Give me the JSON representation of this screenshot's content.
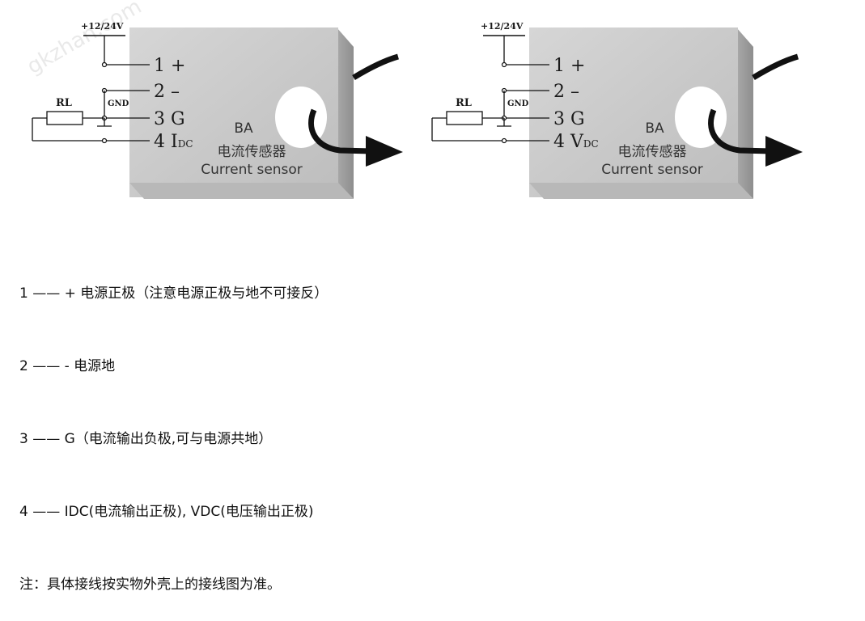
{
  "diagrams": [
    {
      "supply_label": "+12/24V",
      "gnd_label": "GND",
      "rl_label": "RL",
      "pins": [
        {
          "num": "1",
          "sym": "+",
          "sub": ""
        },
        {
          "num": "2",
          "sym": "–",
          "sub": ""
        },
        {
          "num": "3",
          "sym": "G",
          "sub": ""
        },
        {
          "num": "4",
          "sym": "I",
          "sub": "DC"
        }
      ],
      "model": "BA",
      "name_cn": "电流传感器",
      "name_en": "Current sensor"
    },
    {
      "supply_label": "+12/24V",
      "gnd_label": "GND",
      "rl_label": "RL",
      "pins": [
        {
          "num": "1",
          "sym": "+",
          "sub": ""
        },
        {
          "num": "2",
          "sym": "–",
          "sub": ""
        },
        {
          "num": "3",
          "sym": "G",
          "sub": ""
        },
        {
          "num": "4",
          "sym": "V",
          "sub": "DC"
        }
      ],
      "model": "BA",
      "name_cn": "电流传感器",
      "name_en": "Current sensor"
    }
  ],
  "legend": [
    "1 —— + 电源正极（注意电源正极与地不可接反）",
    "2 —— - 电源地",
    "3 —— G（电流输出负极,可与电源共地）",
    "4 —— IDC(电流输出正极), VDC(电压输出正极)",
    "注：具体接线按实物外壳上的接线图为准。"
  ],
  "watermark": "gkzhan.com"
}
